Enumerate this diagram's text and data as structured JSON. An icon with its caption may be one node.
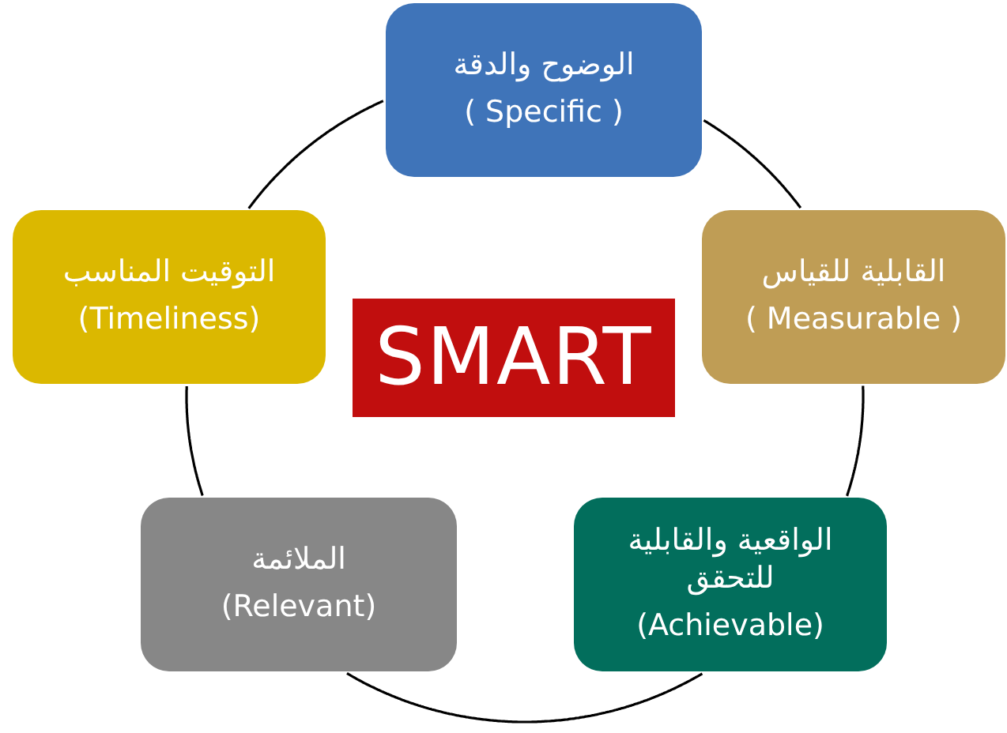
{
  "diagram": {
    "nodes": [
      {
        "text": [
          "الوضوح والدقة",
          "( Specific )"
        ]
      },
      {
        "text": [
          "القابلية للقياس",
          "( Measurable )"
        ]
      },
      {
        "text": [
          "الواقعية والقابلية للتحقق",
          "(Achievable)"
        ]
      },
      {
        "text": [
          "الملائمة",
          "(Relevant)"
        ]
      },
      {
        "text": [
          "التوقيت المناسب",
          "(Timeliness)"
        ]
      },
      {
        "text": [
          "SMART"
        ]
      }
    ],
    "edges": [
      {
        "from": 0,
        "to": 1,
        "arrow": "none"
      },
      {
        "from": 1,
        "to": 2,
        "arrow": "none"
      },
      {
        "from": 2,
        "to": 3,
        "arrow": "none"
      },
      {
        "from": 3,
        "to": 4,
        "arrow": "none"
      },
      {
        "from": 4,
        "to": 0,
        "arrow": "none"
      }
    ]
  }
}
